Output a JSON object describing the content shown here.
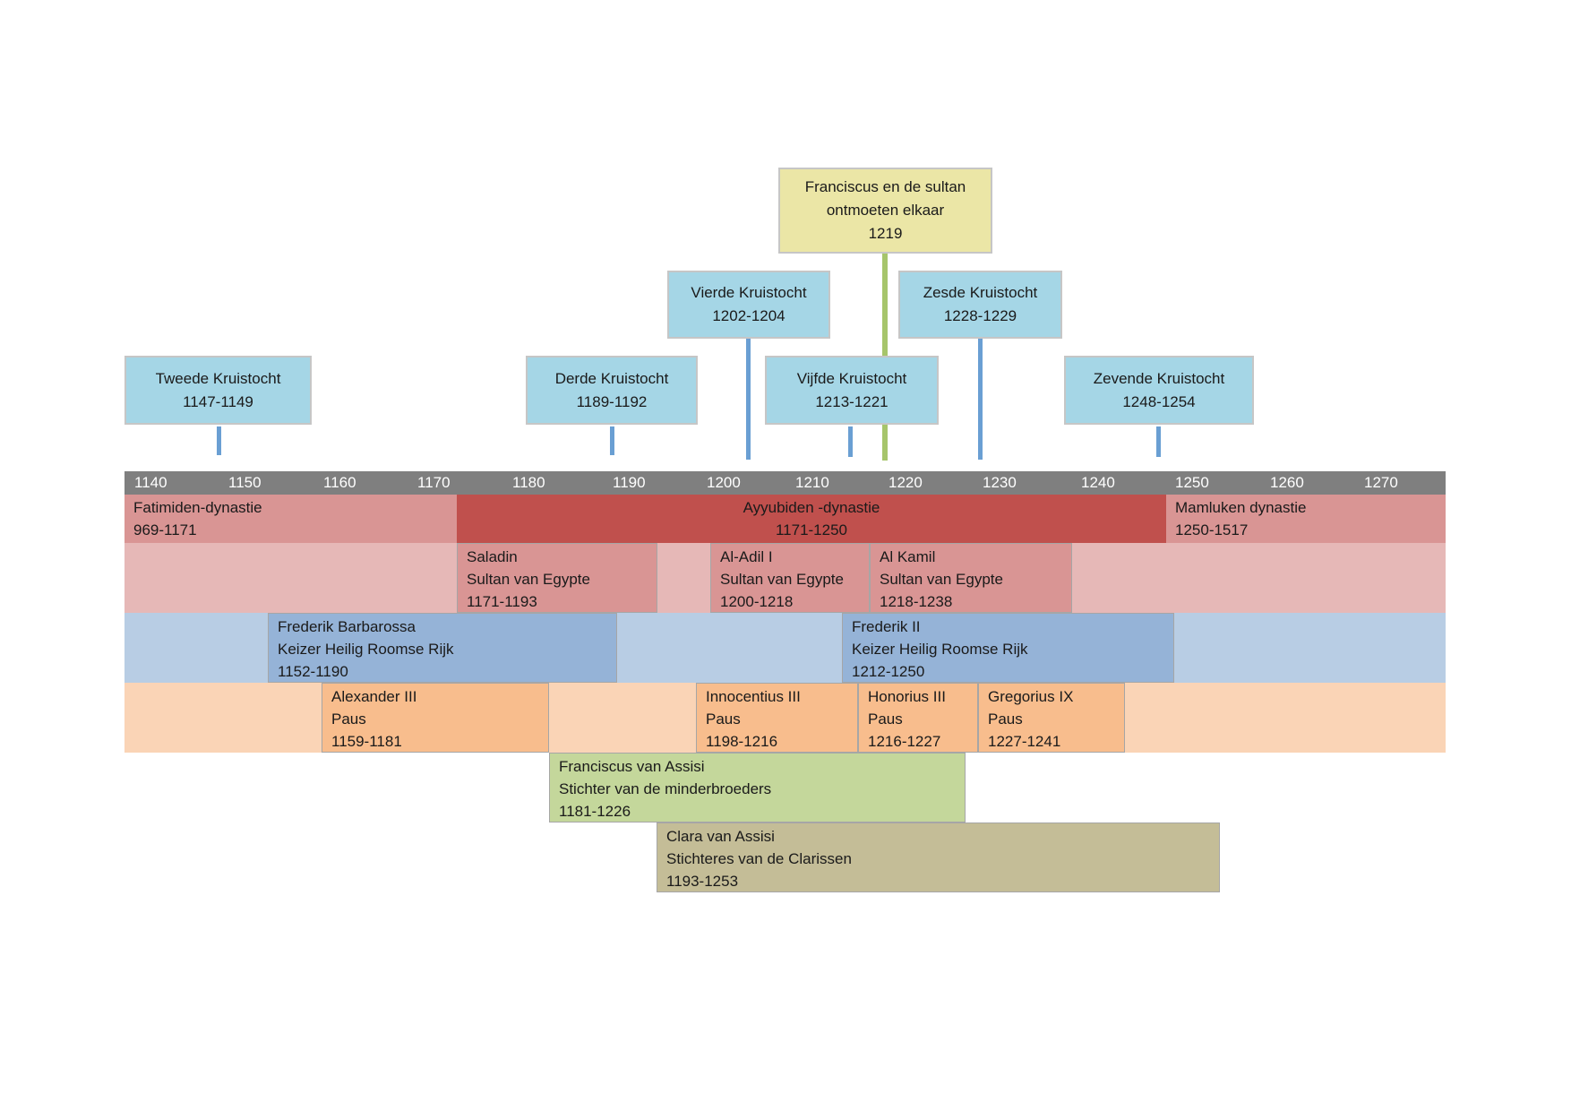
{
  "axis": {
    "ticks": [
      "1140",
      "1150",
      "1160",
      "1170",
      "1180",
      "1190",
      "1200",
      "1210",
      "1220",
      "1230",
      "1240",
      "1250",
      "1260",
      "1270"
    ],
    "color": "#7f7f7f"
  },
  "colors": {
    "event_crusade": "#a5d6e6",
    "event_meeting": "#ebe6a6",
    "connector_crusade": "#6a9fd3",
    "connector_meeting": "#a6c56b",
    "band_egypt": "#e6b8b7",
    "band_empire": "#b8cde4",
    "band_pope": "#fad4b6",
    "dynasty_light": "#d99594",
    "dynasty_dark": "#c0504d",
    "sultan": "#d99594",
    "emperor": "#95b3d7",
    "pope": "#f8bd8d",
    "francis": "#c4d79b",
    "clara": "#c4bd97"
  },
  "events": [
    {
      "lines": [
        "Tweede Kruistocht",
        "1147-1149"
      ]
    },
    {
      "lines": [
        "Derde Kruistocht",
        "1189-1192"
      ]
    },
    {
      "lines": [
        "Vierde Kruistocht",
        "1202-1204"
      ]
    },
    {
      "lines": [
        "Vijfde Kruistocht",
        "1213-1221"
      ]
    },
    {
      "lines": [
        "Zesde Kruistocht",
        "1228-1229"
      ]
    },
    {
      "lines": [
        "Zevende Kruistocht",
        "1248-1254"
      ]
    },
    {
      "lines": [
        "Franciscus en de sultan",
        "ontmoeten elkaar",
        "1219"
      ]
    }
  ],
  "periods": [
    {
      "lines": [
        "Fatimiden-dynastie",
        "969-1171"
      ]
    },
    {
      "lines": [
        "Ayyubiden -dynastie",
        "1171-1250"
      ]
    },
    {
      "lines": [
        "Mamluken dynastie",
        "1250-1517"
      ]
    },
    {
      "lines": [
        "Saladin",
        "Sultan van Egypte",
        "1171-1193"
      ]
    },
    {
      "lines": [
        "Al-Adil I",
        "Sultan van Egypte",
        "1200-1218"
      ]
    },
    {
      "lines": [
        "Al Kamil",
        "Sultan van Egypte",
        "1218-1238"
      ]
    },
    {
      "lines": [
        "Frederik Barbarossa",
        "Keizer Heilig Roomse Rijk",
        "1152-1190"
      ]
    },
    {
      "lines": [
        "Frederik II",
        "Keizer Heilig Roomse Rijk",
        "1212-1250"
      ]
    },
    {
      "lines": [
        "Alexander III",
        "Paus",
        "1159-1181"
      ]
    },
    {
      "lines": [
        "Innocentius III",
        "Paus",
        "1198-1216"
      ]
    },
    {
      "lines": [
        "Honorius III",
        "Paus",
        "1216-1227"
      ]
    },
    {
      "lines": [
        "Gregorius IX",
        "Paus",
        "1227-1241"
      ]
    },
    {
      "lines": [
        "Franciscus van Assisi",
        "Stichter van de minderbroeders",
        "1181-1226"
      ]
    },
    {
      "lines": [
        "Clara van Assisi",
        "Stichteres van de Clarissen",
        "1193-1253"
      ]
    }
  ]
}
